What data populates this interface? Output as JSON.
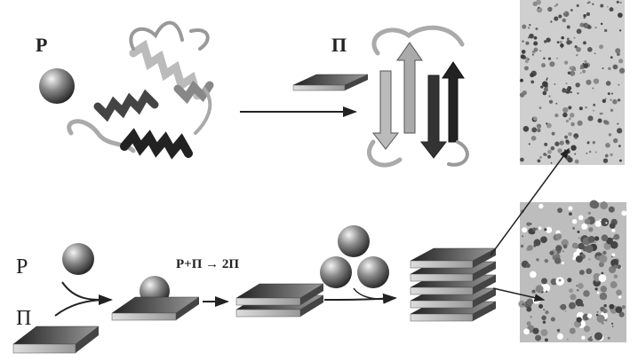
{
  "labels": {
    "top_prion_protein": "P",
    "top_prion_scrapie": "Π",
    "bottom_prion_protein": "P",
    "bottom_prion_scrapie": "Π",
    "reaction": "P+Π → 2Π"
  },
  "icons": [
    "protein-sphere",
    "prion-slab",
    "alpha-helix-structure",
    "beta-sheet-structure",
    "micrograph"
  ],
  "colors": {
    "ink": "#222222",
    "slab_top": "#555555",
    "slab_side": "#cccccc",
    "micrograph_bg": "#c8c8c8"
  }
}
